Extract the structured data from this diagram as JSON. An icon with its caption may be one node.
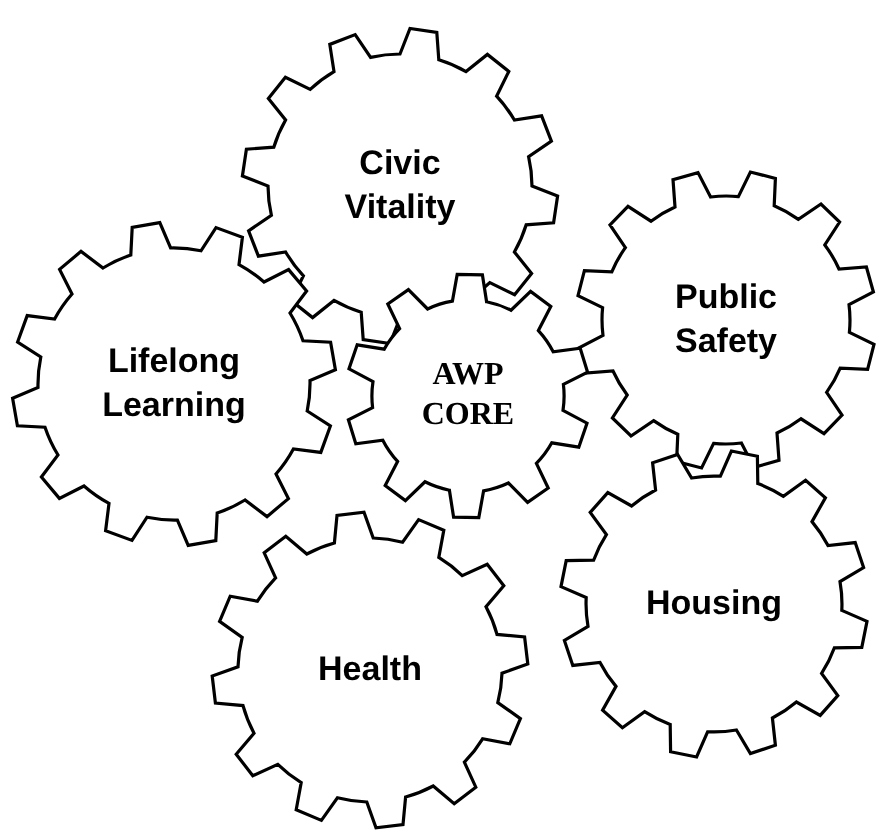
{
  "diagram": {
    "nodes": [
      {
        "text": [
          "Civic Vitality"
        ]
      },
      {
        "text": [
          "Public Safety"
        ]
      },
      {
        "text": [
          "Lifelong Learning"
        ]
      },
      {
        "text": [
          "AWP CORE"
        ]
      },
      {
        "text": [
          "Housing"
        ]
      },
      {
        "text": [
          "Health"
        ]
      }
    ]
  }
}
